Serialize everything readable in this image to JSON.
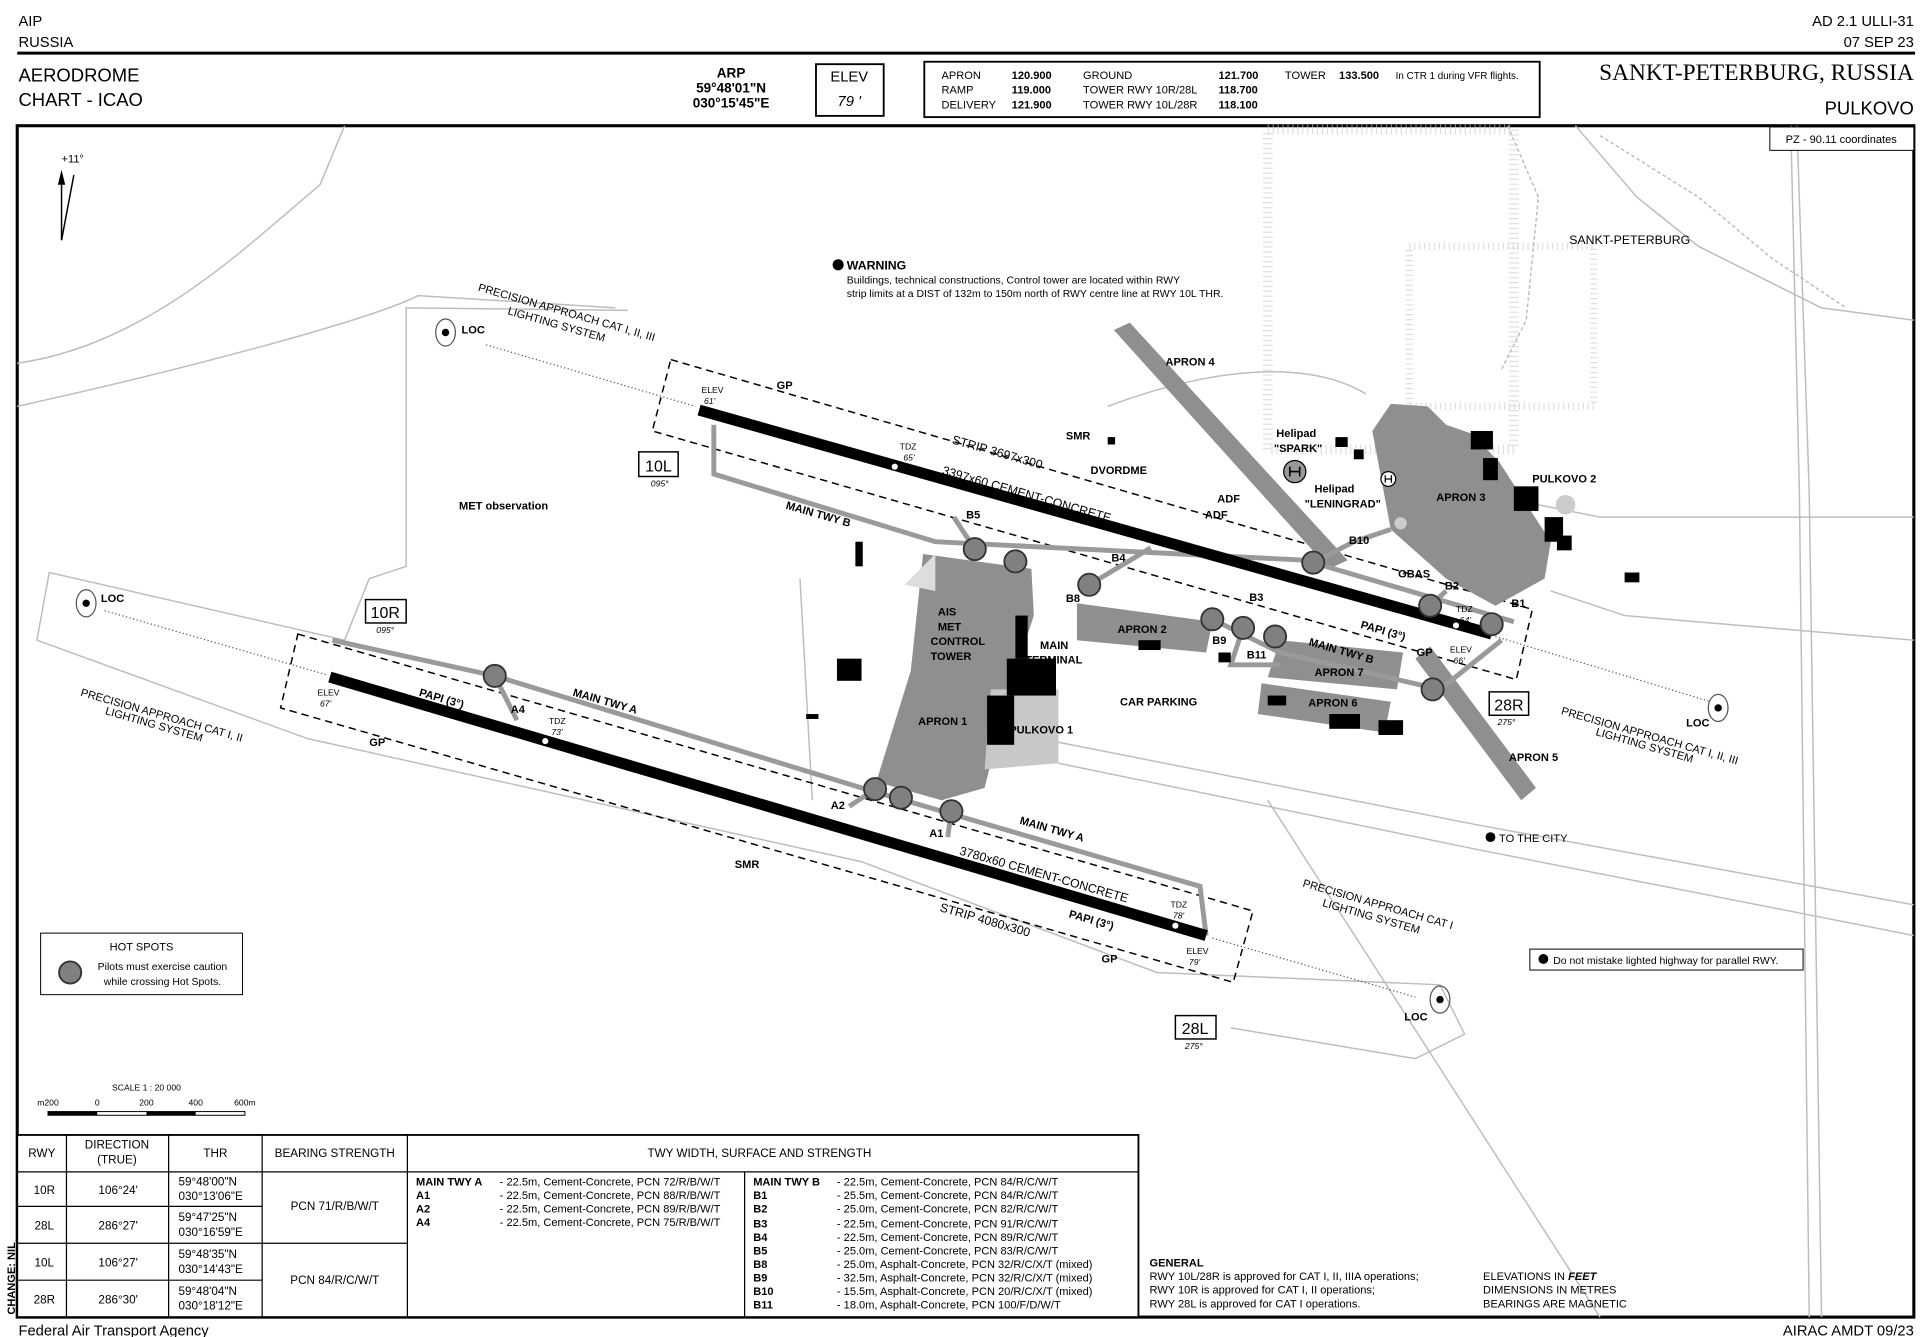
{
  "header": {
    "left_line1": "AIP",
    "left_line2": "RUSSIA",
    "right_line1": "AD 2.1 ULLI-31",
    "right_line2": "07 SEP 23",
    "chart_title1": "AERODROME",
    "chart_title2": "CHART - ICAO",
    "arp_label": "ARP",
    "arp_lat": "59°48'01\"N",
    "arp_lon": "030°15'45\"E",
    "elev_label": "ELEV",
    "elev_value": "79 '",
    "city": "SANKT-PETERBURG, RUSSIA",
    "aerodrome": "PULKOVO"
  },
  "frequencies": {
    "apron_label": "APRON",
    "apron": "120.900",
    "ramp_label": "RAMP",
    "ramp": "119.000",
    "delivery_label": "DELIVERY",
    "delivery": "121.900",
    "ground_label": "GROUND",
    "ground": "121.700",
    "tower1_label": "TOWER  RWY 10R/28L",
    "tower1": "118.700",
    "tower2_label": "TOWER  RWY 10L/28R",
    "tower2": "118.100",
    "tower3_label": "TOWER",
    "tower3": "133.500",
    "tower3_note": "In CTR 1 during VFR flights."
  },
  "map": {
    "coord_system": "PZ - 90.11 coordinates",
    "variation": "+11°",
    "warning_title": "WARNING",
    "warning_line1": "Buildings, technical constructions, Control tower are located within RWY",
    "warning_line2": "strip limits at a DIST of 132m to 150m north of RWY centre line at RWY 10L THR.",
    "note2": "Do not mistake lighted highway for parallel RWY.",
    "to_city": "TO THE CITY",
    "city_label": "SANKT-PETERBURG",
    "labels": {
      "apron1": "APRON 1",
      "apron2": "APRON 2",
      "apron3": "APRON 3",
      "apron4": "APRON 4",
      "apron5": "APRON 5",
      "apron6": "APRON 6",
      "apron7": "APRON 7",
      "pulkovo1": "PULKOVO 1",
      "pulkovo2": "PULKOVO 2",
      "main_terminal1": "MAIN",
      "main_terminal2": "TERMINAL",
      "ais1": "AIS",
      "ais2": "MET",
      "ais3": "CONTROL",
      "ais4": "TOWER",
      "car_parking": "CAR PARKING",
      "met_obs": "MET observation",
      "dvordme": "DVORDME",
      "adf1": "ADF",
      "adf2": "ADF",
      "smr1": "SMR",
      "smr2": "SMR",
      "gbas": "GBAS",
      "helipad1": "Helipad",
      "helipad1_name": "\"SPARK\"",
      "helipad2": "Helipad",
      "helipad2_name": "\"LENINGRAD\"",
      "main_twy_a1": "MAIN TWY A",
      "main_twy_a2": "MAIN TWY A",
      "main_twy_b1": "MAIN TWY B",
      "main_twy_b2": "MAIN TWY B",
      "a1": "A1",
      "a2": "A2",
      "a4": "A4",
      "b1": "B1",
      "b2": "B2",
      "b3": "B3",
      "b4": "B4",
      "b5": "B5",
      "b8": "B8",
      "b9": "B9",
      "b10": "B10",
      "b11": "B11",
      "loc": "LOC",
      "gp": "GP",
      "papi": "PAPI (3°)",
      "tdz": "TDZ",
      "elev": "ELEV",
      "tdz_10l": "65'",
      "tdz_28r": "64'",
      "tdz_10r": "73'",
      "tdz_28l": "78'",
      "elev_10l": "61'",
      "elev_28r": "66'",
      "elev_10r": "67'",
      "elev_28l": "79'",
      "rwy_10l": "3397x60  CEMENT-CONCRETE",
      "strip_10l": "STRIP 3697x300",
      "rwy_10r": "3780x60  CEMENT-CONCRETE",
      "strip_10r": "STRIP 4080x300",
      "pals_nw1": "PRECISION APPROACH CAT I, II, III",
      "pals_nw2": "LIGHTING SYSTEM",
      "pals_w1": "PRECISION APPROACH CAT I, II",
      "pals_w2": "LIGHTING SYSTEM",
      "pals_e1": "PRECISION APPROACH CAT I, II, III",
      "pals_e2": "LIGHTING SYSTEM",
      "pals_se1": "PRECISION APPROACH CAT I",
      "pals_se2": "LIGHTING SYSTEM"
    },
    "runway_designators": [
      {
        "id": "10L",
        "bearing": "095°"
      },
      {
        "id": "10R",
        "bearing": "095°"
      },
      {
        "id": "28R",
        "bearing": "275°"
      },
      {
        "id": "28L",
        "bearing": "275°"
      }
    ],
    "hot_spots": {
      "title": "HOT SPOTS",
      "line1": "Pilots must exercise caution",
      "line2": "while crossing Hot Spots."
    },
    "scale": {
      "title": "SCALE 1 : 20 000",
      "ticks": [
        "m200",
        "0",
        "200",
        "400",
        "600m"
      ]
    }
  },
  "table": {
    "headers": [
      "RWY",
      "DIRECTION",
      "(TRUE)",
      "THR",
      "BEARING STRENGTH",
      "TWY WIDTH, SURFACE AND STRENGTH"
    ],
    "runways": [
      {
        "rwy": "10R",
        "dir": "106°24'",
        "lat": "59°48'00\"N",
        "lon": "030°13'06\"E"
      },
      {
        "rwy": "28L",
        "dir": "286°27'",
        "lat": "59°47'25\"N",
        "lon": "030°16'59\"E"
      },
      {
        "rwy": "10L",
        "dir": "106°27'",
        "lat": "59°48'35\"N",
        "lon": "030°14'43\"E"
      },
      {
        "rwy": "28R",
        "dir": "286°30'",
        "lat": "59°48'04\"N",
        "lon": "030°18'12\"E"
      }
    ],
    "bearing": [
      "PCN 71/R/B/W/T",
      "PCN 84/R/C/W/T"
    ],
    "twy_a": [
      {
        "name": "MAIN TWY A",
        "desc": "-  22.5m, Cement-Concrete, PCN 72/R/B/W/T"
      },
      {
        "name": "A1",
        "desc": "-  22.5m, Cement-Concrete, PCN 88/R/B/W/T"
      },
      {
        "name": "A2",
        "desc": "-  22.5m, Cement-Concrete, PCN 89/R/B/W/T"
      },
      {
        "name": "A4",
        "desc": "-  22.5m, Cement-Concrete, PCN 75/R/B/W/T"
      }
    ],
    "twy_b": [
      {
        "name": "MAIN TWY B",
        "desc": "-  22.5m, Cement-Concrete, PCN 84/R/C/W/T"
      },
      {
        "name": "B1",
        "desc": "-  25.5m, Cement-Concrete, PCN 84/R/C/W/T"
      },
      {
        "name": "B2",
        "desc": "-  25.0m, Cement-Concrete, PCN 82/R/C/W/T"
      },
      {
        "name": "B3",
        "desc": "-  22.5m, Cement-Concrete, PCN 91/R/C/W/T"
      },
      {
        "name": "B4",
        "desc": "-  22.5m, Cement-Concrete, PCN 89/R/C/W/T"
      },
      {
        "name": "B5",
        "desc": "-  25.0m, Cement-Concrete, PCN 83/R/C/W/T"
      },
      {
        "name": "B8",
        "desc": "-  25.0m, Asphalt-Concrete, PCN 32/R/C/X/T  (mixed)"
      },
      {
        "name": "B9",
        "desc": "-  32.5m, Asphalt-Concrete, PCN 32/R/C/X/T  (mixed)"
      },
      {
        "name": "B10",
        "desc": "-  15.5m, Asphalt-Concrete, PCN 20/R/C/X/T  (mixed)"
      },
      {
        "name": "B11",
        "desc": "-  18.0m, Asphalt-Concrete, PCN 100/F/D/W/T"
      }
    ]
  },
  "general": {
    "title": "GENERAL",
    "line1": "RWY 10L/28R is approved  for CAT I, II, IIIA operations;",
    "line2": "RWY 10R is approved for CAT I, II operations;",
    "line3": "RWY 28L is approved for CAT I operations.",
    "units1_prefix": "ELEVATIONS IN ",
    "units1_em": "FEET",
    "units2": "DIMENSIONS IN METRES",
    "units3": "BEARINGS ARE MAGNETIC"
  },
  "footer": {
    "agency": "Federal Air Transport Agency",
    "amdt": "AIRAC AMDT 09/23",
    "change": "CHANGE: NIL"
  }
}
